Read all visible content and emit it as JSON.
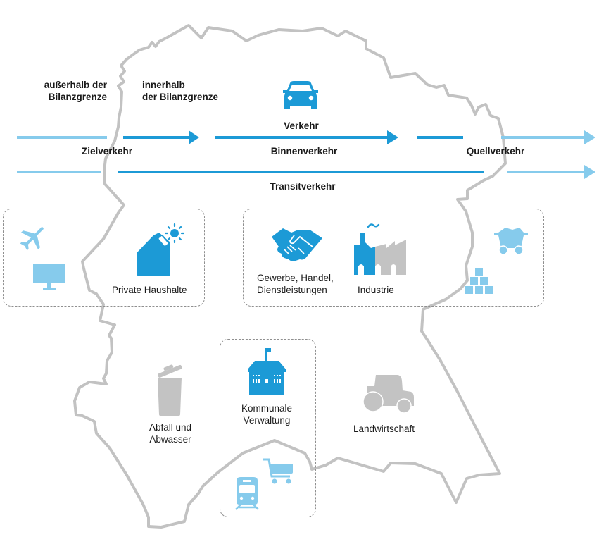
{
  "colors": {
    "outline": "#c2c2c2",
    "dark_blue": "#1c9ad6",
    "light_blue": "#86cbec",
    "gray_icon": "#c3c3c3",
    "box_border": "#8f8f8f",
    "text": "#1a1a1a"
  },
  "boundary_labels": {
    "outside": [
      "außerhalb der",
      "Bilanzgrenze"
    ],
    "inside": [
      "innerhalb",
      "der Bilanzgrenze"
    ]
  },
  "traffic": {
    "title": "Verkehr",
    "icon": "car-icon",
    "flows": [
      {
        "name": "zielverkehr",
        "label": "Zielverkehr"
      },
      {
        "name": "binnenverkehr",
        "label": "Binnenverkehr"
      },
      {
        "name": "quellverkehr",
        "label": "Quellverkehr"
      },
      {
        "name": "transitverkehr",
        "label": "Transitverkehr"
      }
    ]
  },
  "sectors": {
    "private_households": {
      "label": "Private Haushalte",
      "icon": "house-solar-icon",
      "extra_icons": [
        "airplane-icon",
        "monitor-icon"
      ]
    },
    "commerce": {
      "label": [
        "Gewerbe, Handel,",
        "Dienstleistungen"
      ],
      "icon": "handshake-icon"
    },
    "industry": {
      "label": "Industrie",
      "icon": "factory-icon",
      "extra_icons": [
        "mine-cart-icon",
        "stacked-blocks-icon"
      ]
    },
    "waste": {
      "label": [
        "Abfall und",
        "Abwasser"
      ],
      "icon": "trash-can-icon"
    },
    "municipal": {
      "label": [
        "Kommunale",
        "Verwaltung"
      ],
      "icon": "town-hall-icon",
      "extra_icons": [
        "shopping-cart-icon",
        "train-icon"
      ]
    },
    "agriculture": {
      "label": "Landwirtschaft",
      "icon": "tractor-icon"
    }
  }
}
